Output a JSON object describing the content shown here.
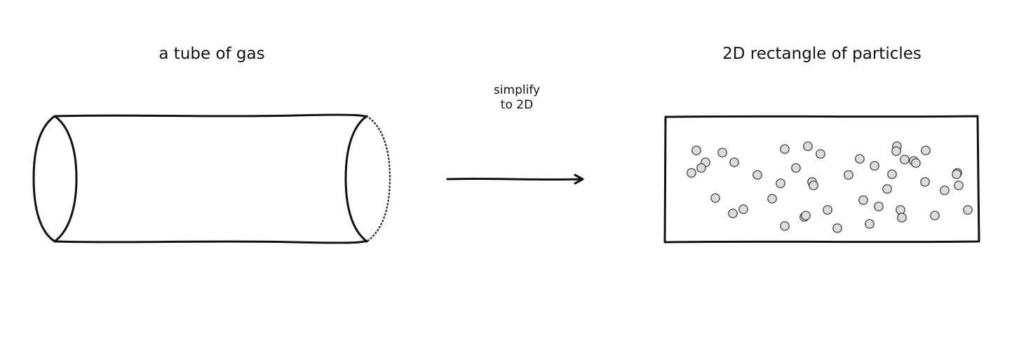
{
  "left_panel": {
    "title": "a tube of gas"
  },
  "arrow": {
    "caption_line1": "simplify",
    "caption_line2": "to 2D"
  },
  "right_panel": {
    "title": "2D rectangle of particles",
    "particle_count": 46
  },
  "colors": {
    "stroke": "#111111",
    "particle_fill": "#dcdcdc",
    "particle_stroke": "#333333",
    "background": "#ffffff"
  }
}
